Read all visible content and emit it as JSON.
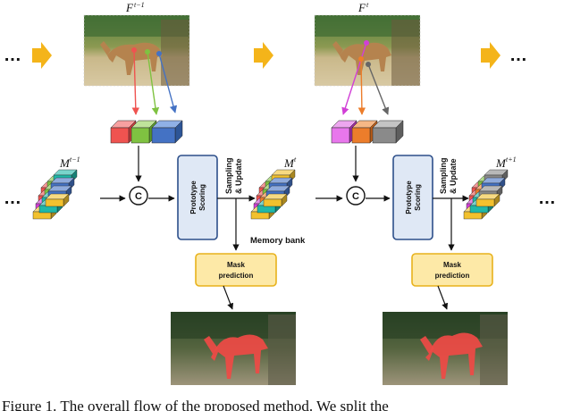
{
  "frames": {
    "prev": {
      "symbol": "F",
      "superscript": "t−1"
    },
    "curr": {
      "symbol": "F",
      "superscript": "t"
    }
  },
  "memories": {
    "m1": {
      "symbol": "M",
      "superscript": "t−1"
    },
    "m2": {
      "symbol": "M",
      "superscript": "t"
    },
    "m3": {
      "symbol": "M",
      "superscript": "t+1"
    }
  },
  "blocks": {
    "scoring": {
      "line1": "Prototype",
      "line2": "Scoring"
    },
    "sampling": {
      "line1": "Sampling",
      "line2": "& Update"
    },
    "mask": {
      "line1": "Mask",
      "line2": "prediction"
    },
    "memory_bank": "Memory bank",
    "concat": "C"
  },
  "ellipsis": "…",
  "caption": "Figure 1. The overall flow of the proposed method. We split the",
  "colors": {
    "arrow": "#f4b41a",
    "scoring_fill": "#dfe8f5",
    "scoring_border": "#2d4f8a",
    "mask_fill": "#fde9a7",
    "mask_border": "#e8b21c",
    "red": "#ef5350",
    "green": "#7fc241",
    "blue": "#4472c4",
    "magenta": "#d13fd6",
    "orange": "#ec7d2b",
    "gray": "#888888",
    "yellow": "#f2c12e",
    "teal": "#1fb8a8"
  }
}
